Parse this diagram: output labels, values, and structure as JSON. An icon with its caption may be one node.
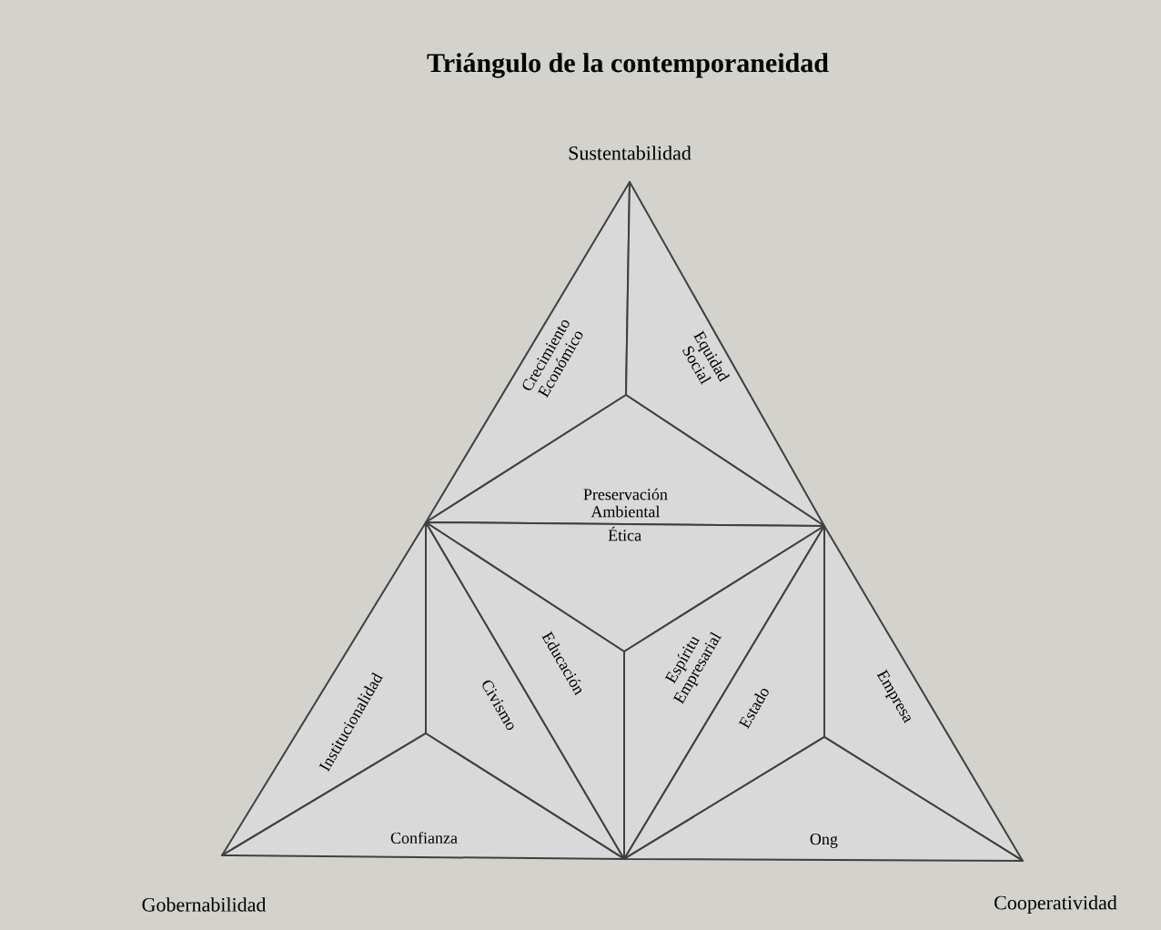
{
  "diagram": {
    "title": "Triángulo de la contemporaneidad",
    "nodes": [
      {
        "text": [
          "Crecimiento Económico"
        ]
      },
      {
        "text": [
          "Equidad Social"
        ]
      },
      {
        "text": [
          "Preservación Ambiental"
        ]
      },
      {
        "text": [
          "Ética"
        ]
      },
      {
        "text": [
          "Institucionalidad"
        ]
      },
      {
        "text": [
          "Civismo"
        ]
      },
      {
        "text": [
          "Educación"
        ]
      },
      {
        "text": [
          "Espíritu Empresarial"
        ]
      },
      {
        "text": [
          "Estado"
        ]
      },
      {
        "text": [
          "Empresa"
        ]
      },
      {
        "text": [
          "Confianza"
        ]
      },
      {
        "text": [
          "Ong"
        ]
      }
    ],
    "labels": [
      "Sustentabilidad",
      "Gobernabilidad",
      "Cooperatividad"
    ]
  }
}
